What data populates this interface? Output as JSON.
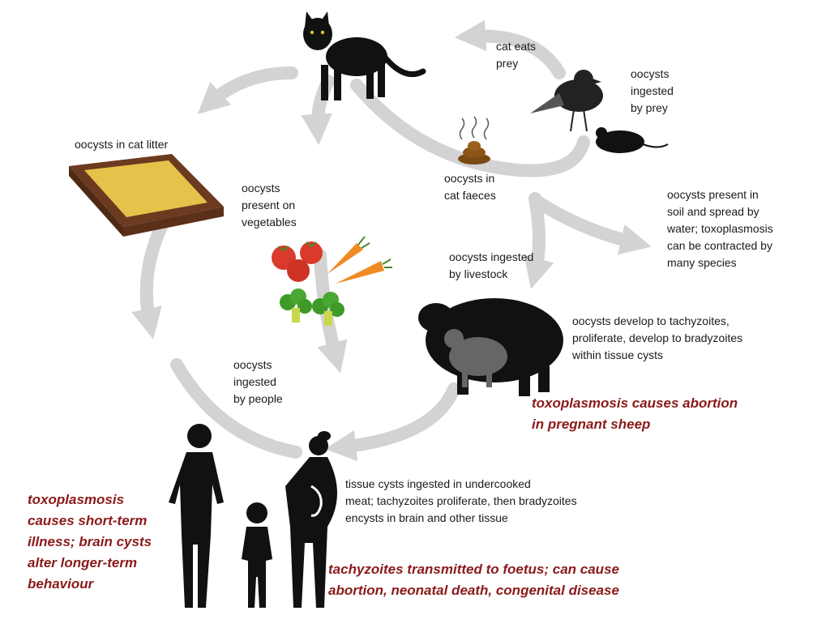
{
  "labels": {
    "cat_eats_prey": "cat eats\nprey",
    "oocysts_ingested_by_prey": "oocysts\ningested\nby prey",
    "oocysts_in_cat_litter": "oocysts in cat litter",
    "oocysts_in_cat_faeces": "oocysts in\ncat faeces",
    "oocysts_present_on_vegetables": "oocysts\npresent on\nvegetables",
    "oocysts_present_in_soil": "oocysts present in\nsoil and spread by\nwater; toxoplasmosis\ncan be contracted by\nmany species",
    "oocysts_ingested_by_livestock": "oocysts ingested\nby livestock",
    "oocysts_develop_to_tachyzoites": "oocysts develop to tachyzoites,\nproliferate,  develop to bradyzoites\nwithin tissue cysts",
    "oocysts_ingested_by_people": "oocysts\ningested\nby people",
    "tissue_cysts_ingested": "tissue cysts ingested in undercooked\nmeat; tachyzoites proliferate, then bradyzoites\nencysts in brain and other tissue"
  },
  "outcomes": {
    "sheep_abortion": "toxoplasmosis causes abortion\nin pregnant sheep",
    "human_illness": "toxoplasmosis\ncauses  short-term\nillness; brain cysts\nalter longer-term\nbehaviour",
    "foetus_transmission": "tachyzoites transmitted  to foetus; can cause\nabortion, neonatal death, congenital disease"
  },
  "colors": {
    "arrow": "#d3d3d3",
    "silhouette": "#111111",
    "outcome_text": "#8b1a1a"
  },
  "icons": [
    "cat-icon",
    "bird-icon",
    "mouse-icon",
    "cat-faeces-icon",
    "cat-litter-box-icon",
    "tomato-icon",
    "carrot-icon",
    "broccoli-icon",
    "sheep-icon",
    "lamb-icon",
    "man-icon",
    "child-icon",
    "pregnant-woman-icon"
  ]
}
